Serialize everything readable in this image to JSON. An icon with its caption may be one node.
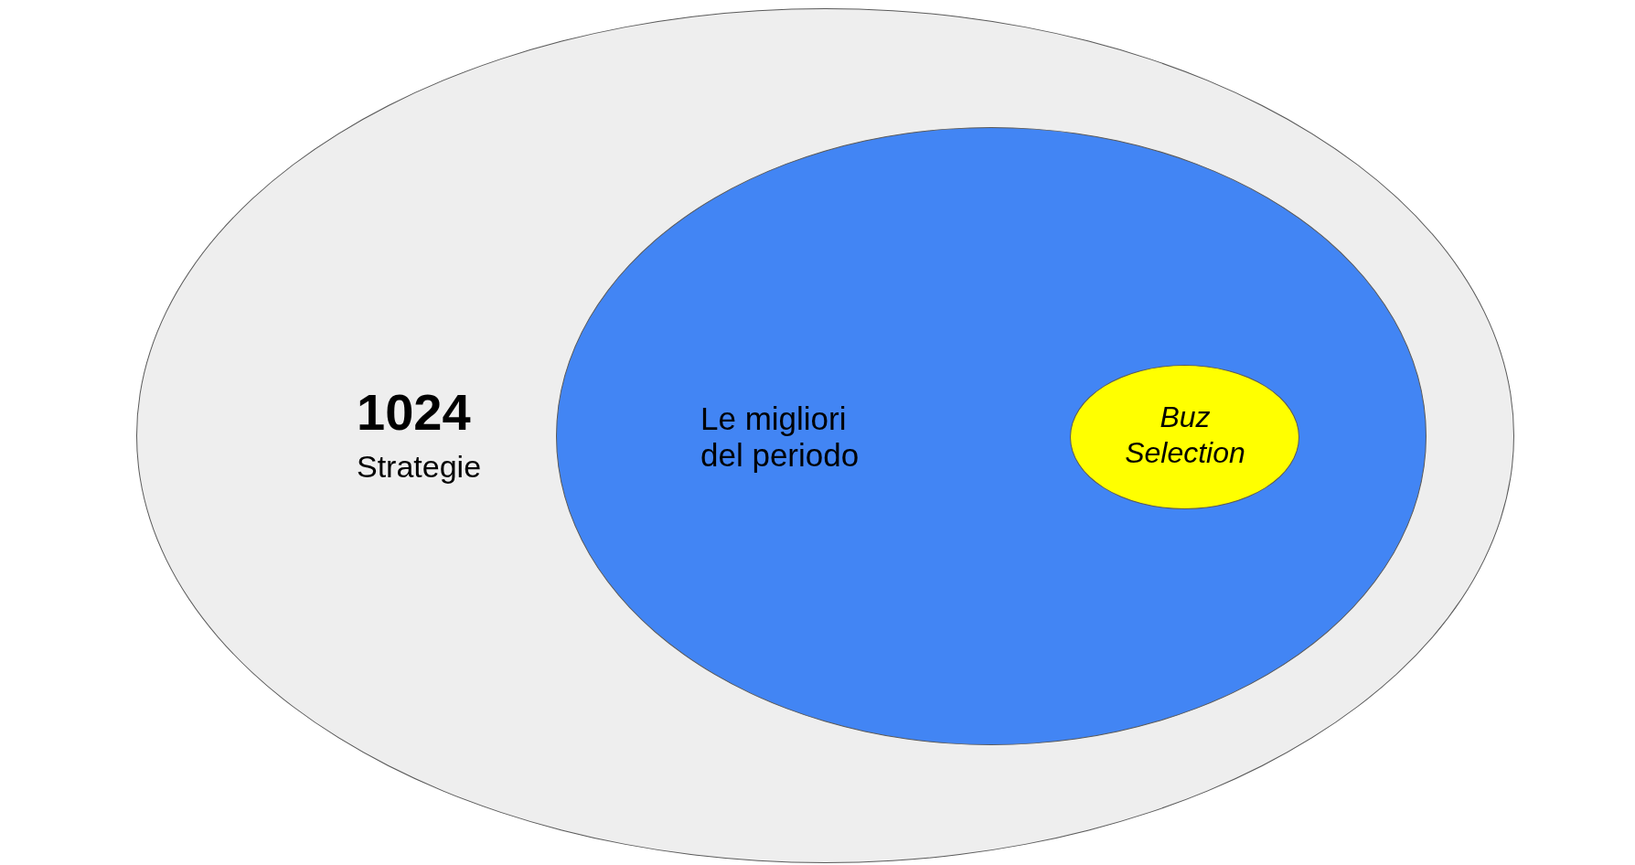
{
  "diagram": {
    "nodes": [
      {
        "text": [
          "1024",
          "Strategie"
        ]
      },
      {
        "text": [
          "Le migliori del periodo"
        ],
        "in": 0
      },
      {
        "text": [
          "Buz Selection"
        ],
        "in": 1
      }
    ]
  }
}
